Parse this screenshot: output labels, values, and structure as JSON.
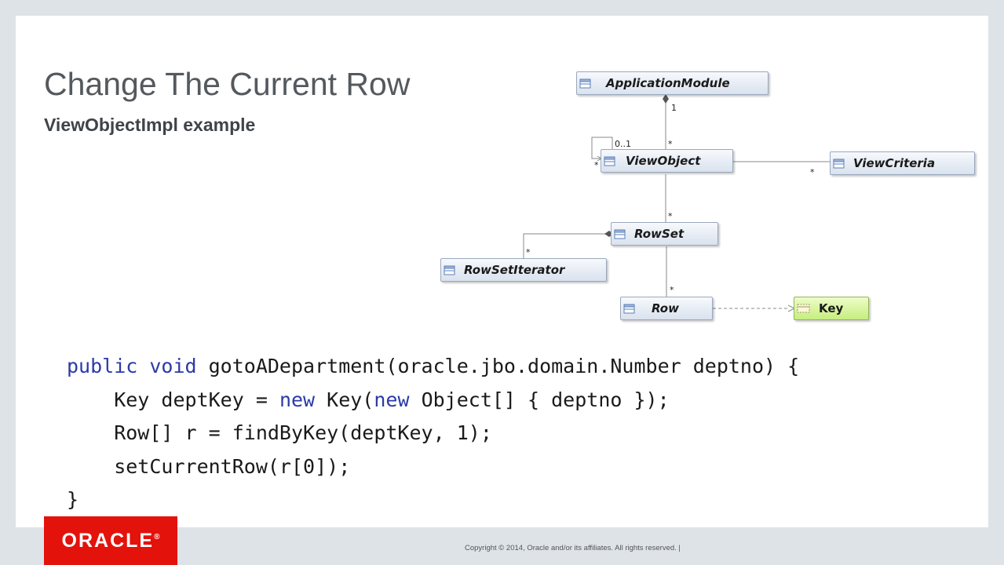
{
  "slide": {
    "title": "Change The Current Row",
    "subtitle": "ViewObjectImpl example"
  },
  "diagram": {
    "classes": {
      "application_module": "ApplicationModule",
      "view_object": "ViewObject",
      "view_criteria": "ViewCriteria",
      "row_set": "RowSet",
      "row_set_iterator": "RowSetIterator",
      "row": "Row",
      "key": "Key"
    },
    "multiplicities": {
      "am_one": "1",
      "vo_many": "*",
      "self_zero_one": "0..1",
      "self_many": "*",
      "vc_many": "*",
      "rowset_many": "*",
      "iterator_many": "*",
      "row_many": "*"
    },
    "colors": {
      "class_box": "#d9e2ee",
      "key_box": "#c6ee7e"
    }
  },
  "code": {
    "line1_kw": "public void",
    "line1_rest": " gotoADepartment(oracle.jbo.domain.Number deptno) {",
    "line2_a": "    Key deptKey = ",
    "line2_kw1": "new",
    "line2_b": " Key(",
    "line2_kw2": "new",
    "line2_c": " Object[] { deptno });",
    "line3_a": "    Row[] r = findByKey(deptKey, ",
    "line3_num": "1",
    "line3_b": ");",
    "line4_a": "    setCurrentRow(r[",
    "line4_num": "0",
    "line4_b": "]);",
    "line5": "}"
  },
  "footer": {
    "logo_text": "ORACLE",
    "registered": "®",
    "copyright": "Copyright © 2014, Oracle and/or its affiliates. All rights reserved.  |"
  }
}
